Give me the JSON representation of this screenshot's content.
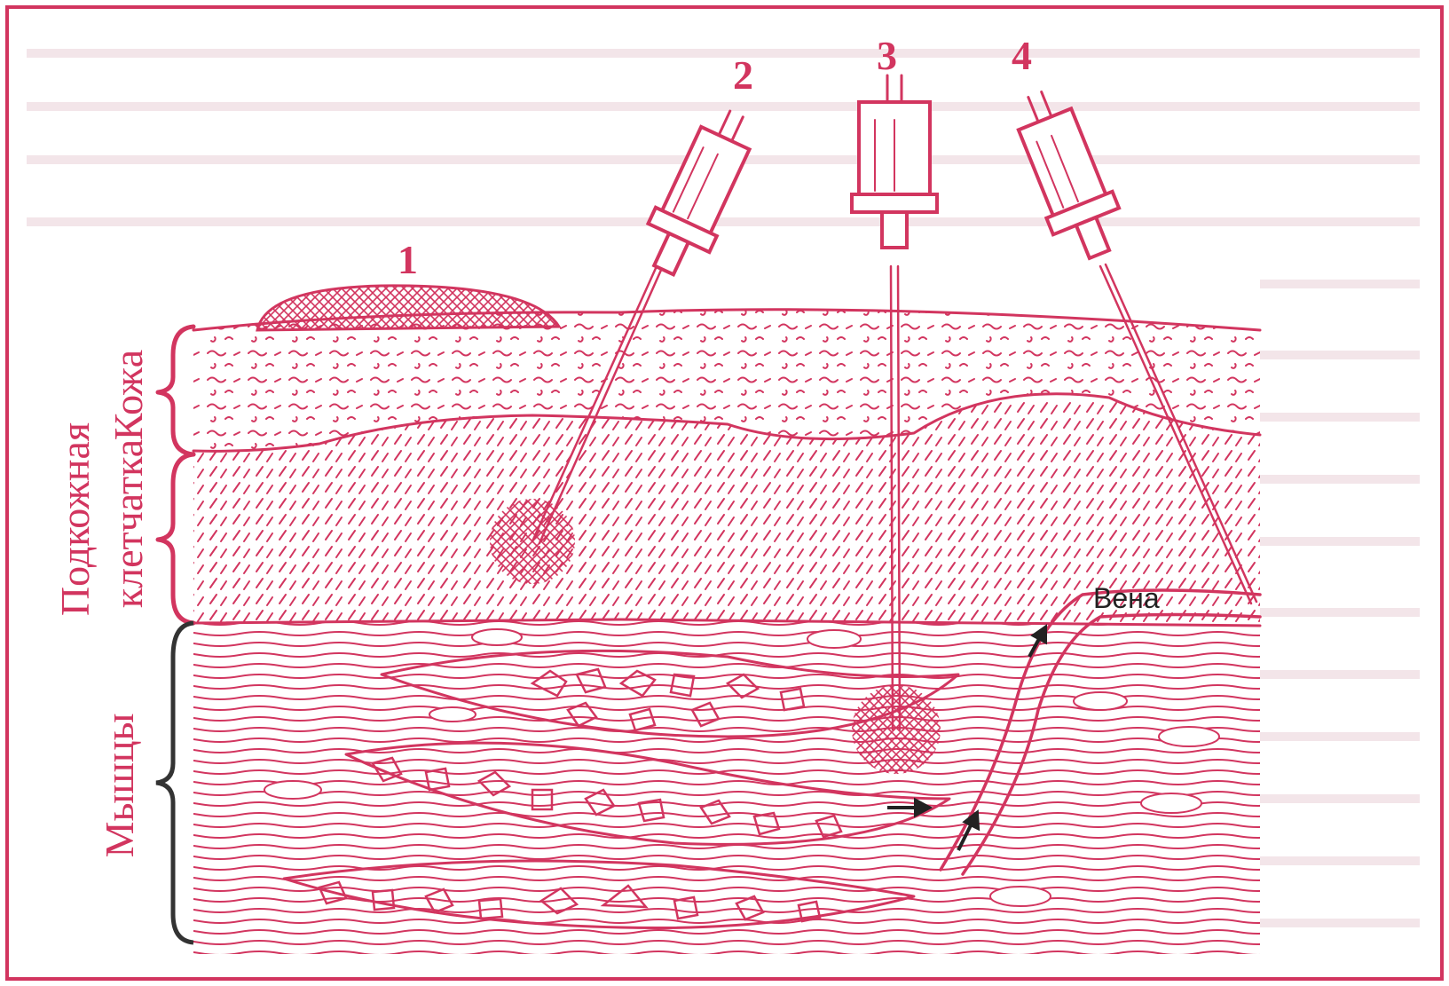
{
  "labels": {
    "n1": "1",
    "n2": "2",
    "n3": "3",
    "n4": "4",
    "vein": "Вена",
    "skin": "Кожа",
    "subcutaneous_line1": "Подкожная",
    "subcutaneous_line2": "клетчатка",
    "muscles": "Мышцы"
  },
  "colors": {
    "ink": "#d2355f",
    "arrow": "#222222",
    "background": "#ffffff"
  },
  "icons": {
    "syringe": "syringe-icon",
    "injection_blob": "crosshatch-blob",
    "arrow": "arrow-icon",
    "brace": "curly-brace"
  }
}
